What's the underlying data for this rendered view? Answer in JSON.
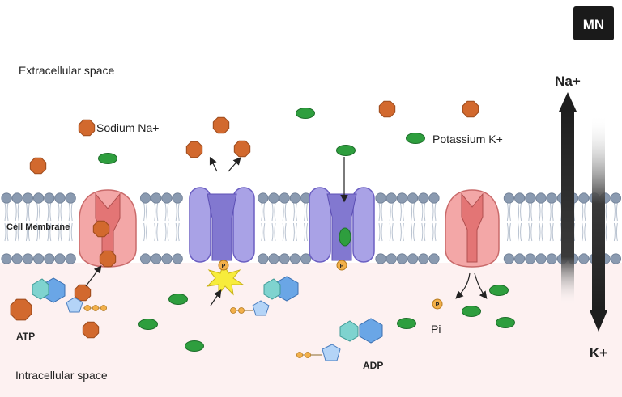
{
  "labels": {
    "extracellular": "Extracellular space",
    "intracellular": "Intracellular space",
    "cell_membrane": "Cell Membrane",
    "sodium": "Sodium Na+",
    "potassium": "Potassium K+",
    "atp": "ATP",
    "adp": "ADP",
    "pi": "Pi",
    "phosphate_symbol": "P"
  },
  "badge": {
    "text": "MN"
  },
  "gradient_arrows": {
    "up_label": "Na+",
    "down_label": "K+"
  },
  "colors": {
    "sodium": "#d2692e",
    "potassium": "#2e9e3e",
    "pump_pink": "#f0a0a0",
    "pump_purple": "#a49ae0",
    "phosphate": "#f3b04a",
    "intracellular_bg": "#fdf1f1",
    "lipid_head": "#8a9ab0"
  },
  "icons": [
    "sodium-ion-icon",
    "potassium-ion-icon",
    "phosphate-icon",
    "atp-molecule-icon",
    "energy-burst-icon"
  ]
}
